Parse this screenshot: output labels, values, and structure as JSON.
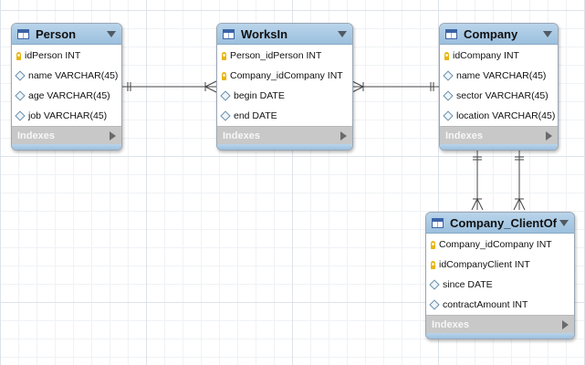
{
  "tables": [
    {
      "title": "Person",
      "columns": [
        {
          "text": "idPerson INT",
          "key": true
        },
        {
          "text": "name VARCHAR(45)",
          "key": false
        },
        {
          "text": "age VARCHAR(45)",
          "key": false
        },
        {
          "text": "job VARCHAR(45)",
          "key": false
        }
      ],
      "footer": "Indexes"
    },
    {
      "title": "WorksIn",
      "columns": [
        {
          "text": "Person_idPerson INT",
          "key": true
        },
        {
          "text": "Company_idCompany INT",
          "key": true
        },
        {
          "text": "begin DATE",
          "key": false
        },
        {
          "text": "end DATE",
          "key": false
        }
      ],
      "footer": "Indexes"
    },
    {
      "title": "Company",
      "columns": [
        {
          "text": "idCompany INT",
          "key": true
        },
        {
          "text": "name VARCHAR(45)",
          "key": false
        },
        {
          "text": "sector VARCHAR(45)",
          "key": false
        },
        {
          "text": "location VARCHAR(45)",
          "key": false
        }
      ],
      "footer": "Indexes"
    },
    {
      "title": "Company_ClientOf",
      "columns": [
        {
          "text": "Company_idCompany INT",
          "key": true
        },
        {
          "text": "idCompanyClient INT",
          "key": true
        },
        {
          "text": "since DATE",
          "key": false
        },
        {
          "text": "contractAmount INT",
          "key": false
        }
      ],
      "footer": "Indexes"
    }
  ],
  "relationships": [
    {
      "from": "Person",
      "to": "WorksIn",
      "from_end": "one",
      "to_end": "many"
    },
    {
      "from": "Company",
      "to": "WorksIn",
      "from_end": "one",
      "to_end": "many"
    },
    {
      "from": "Company",
      "to": "Company_ClientOf",
      "from_end": "one",
      "to_end": "many"
    },
    {
      "from": "Company",
      "to": "Company_ClientOf",
      "from_end": "one",
      "to_end": "many"
    }
  ],
  "colors": {
    "header": "#a7c8e3",
    "footer": "#c8c8c8",
    "key": "#e7b415",
    "connector": "#444444"
  }
}
